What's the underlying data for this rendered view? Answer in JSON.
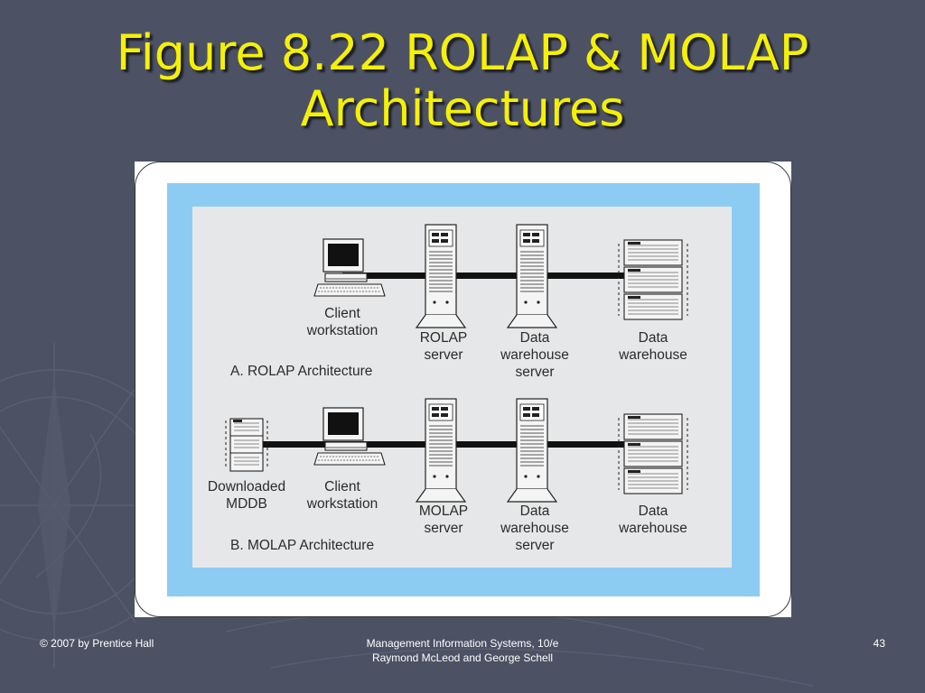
{
  "slide": {
    "title_line1": "Figure 8.22 ROLAP & MOLAP",
    "title_line2": "Architectures"
  },
  "diagram": {
    "rolap": {
      "caption": "A. ROLAP Architecture",
      "client_label": "Client\nworkstation",
      "server_label": "ROLAP\nserver",
      "dw_server_label": "Data\nwarehouse\nserver",
      "dw_label": "Data\nwarehouse"
    },
    "molap": {
      "caption": "B. MOLAP Architecture",
      "mddb_label": "Downloaded\nMDDB",
      "client_label": "Client\nworkstation",
      "server_label": "MOLAP\nserver",
      "dw_server_label": "Data\nwarehouse\nserver",
      "dw_label": "Data\nwarehouse"
    }
  },
  "footer": {
    "copyright": "© 2007 by Prentice Hall",
    "book_line1": "Management Information Systems, 10/e",
    "book_line2": "Raymond McLeod and George Schell",
    "page_number": "43"
  },
  "colors": {
    "background": "#4c5264",
    "title": "#f5f100",
    "diagram_border": "#8dccf2",
    "diagram_fill": "#e6e7e8"
  }
}
